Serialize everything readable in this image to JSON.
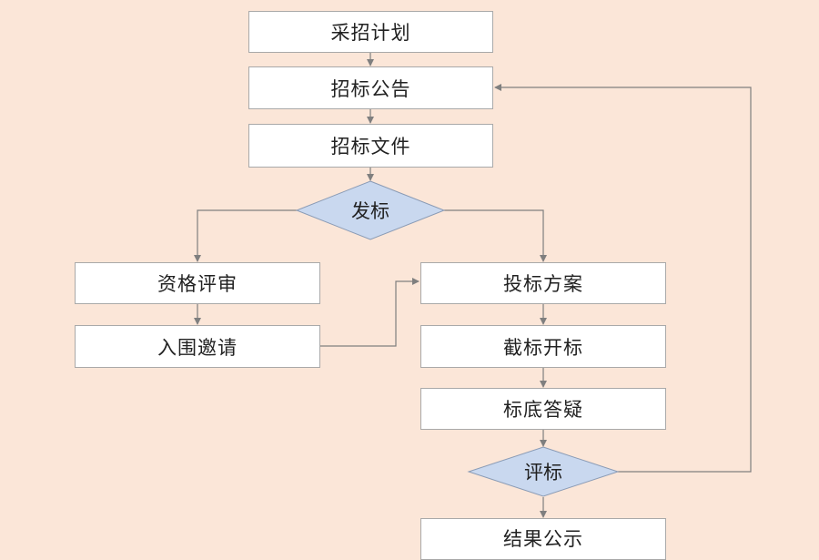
{
  "nodes": {
    "plan": "采招计划",
    "announcement": "招标公告",
    "document": "招标文件",
    "release": "发标",
    "qualification": "资格评审",
    "invitation": "入围邀请",
    "proposal": "投标方案",
    "opening": "截标开标",
    "qa": "标底答疑",
    "evaluation": "评标",
    "publicity": "结果公示"
  },
  "colors": {
    "background": "#fbe6d8",
    "box_fill": "#ffffff",
    "diamond_fill": "#c9d8ef",
    "line": "#7f7f7f"
  }
}
